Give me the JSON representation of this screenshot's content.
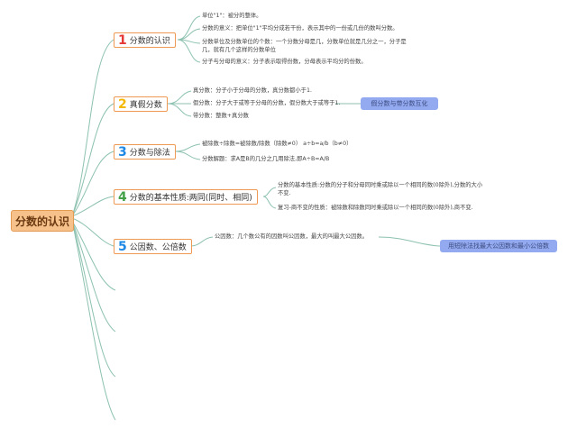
{
  "root": {
    "label": "分数的认识"
  },
  "colors": {
    "branch_line": "#8cc1b0",
    "node_border": "#ee9a55",
    "callout_bg": "#8ea6f0",
    "root_bg": "#f6c18a"
  },
  "nodes": [
    {
      "num": "1",
      "num_color": "#e53935",
      "label": "分数的认识"
    },
    {
      "num": "2",
      "num_color": "#f5b800",
      "label": "真假分数"
    },
    {
      "num": "3",
      "num_color": "#1e88e5",
      "label": "分数与除法"
    },
    {
      "num": "4",
      "num_color": "#43a047",
      "label": "分数的基本性质:两同(同时、相同)"
    },
    {
      "num": "5",
      "num_color": "#1e88e5",
      "label": "公因数、公倍数"
    }
  ],
  "leaves": {
    "n1": [
      "单位\"1\"：被分的整体。",
      "分数的意义：把单位\"1\"平均分成若干份，表示其中的一份或几份的数叫分数。",
      "分数单位及分数单位的个数：一个分数分母是几，分数单位就是几分之一，分子是几，就有几个这样的分数单位",
      "分子与分母的意义：分子表示取得份数，分母表示平均分的份数。"
    ],
    "n2": [
      "真分数：分子小于分母的分数，真分数都小于1.",
      "假分数：分子大于或等于分母的分数，假分数大于或等于1.",
      "带分数：整数+真分数"
    ],
    "n3": [
      "被除数÷除数=被除数/除数（除数≠0）    a÷b=a/b（b≠0）",
      "分数解题：求A是B的几分之几用除法,即A÷B=A/B"
    ],
    "n4": [
      "分数的基本性质:分数的分子和分母同时乘或除以一个相同的数(0除外),分数的大小不变.",
      "复习-商不变的性质：被除数和除数同时乘或除以一个相同的数(0除外),商不变."
    ],
    "n5": [
      "公因数：几个数公有的因数叫公因数，最大的叫最大公因数。"
    ]
  },
  "callouts": {
    "c2": "假分数与带分数互化",
    "c5": "用短除法找最大公因数和最小公倍数"
  }
}
